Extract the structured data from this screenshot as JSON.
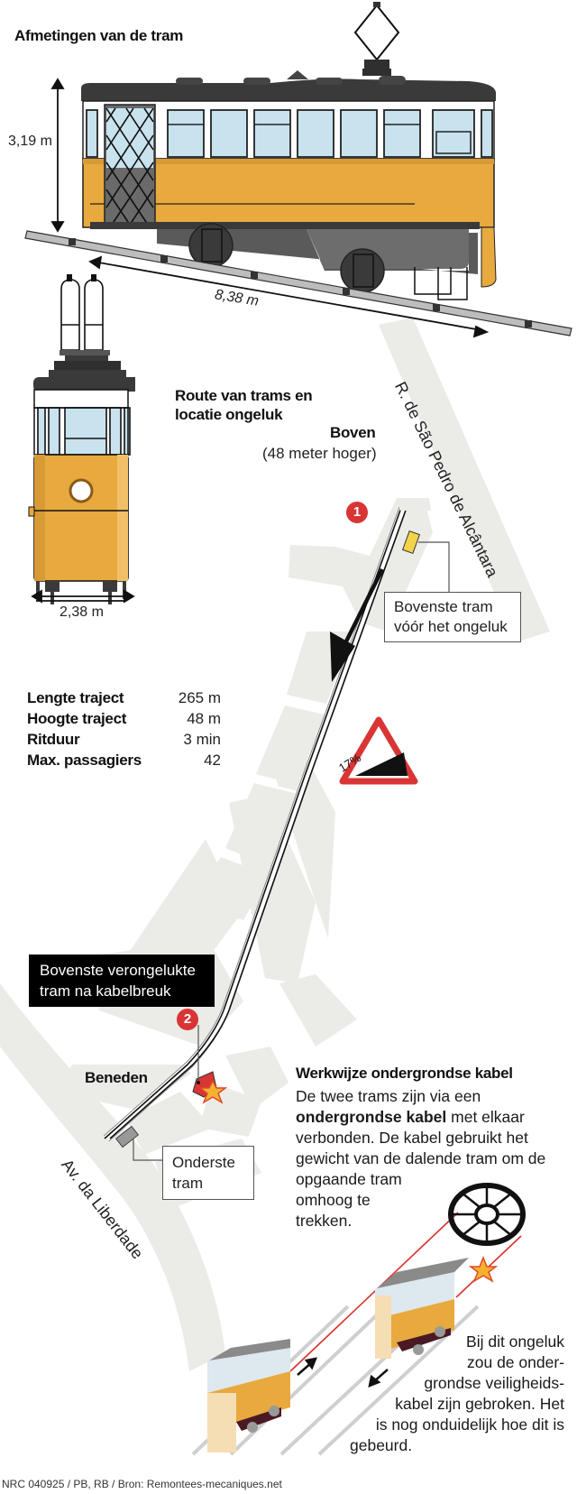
{
  "dimensions": {
    "title": "Afmetingen van de tram",
    "height_label": "3,19 m",
    "length_label": "8,38 m",
    "width_label": "2,38 m"
  },
  "stats": {
    "rows": [
      {
        "label": "Lengte traject",
        "value": "265 m"
      },
      {
        "label": "Hoogte traject",
        "value": "48 m"
      },
      {
        "label": "Ritduur",
        "value": "3 min"
      },
      {
        "label": "Max. passagiers",
        "value": "42"
      }
    ]
  },
  "map": {
    "title_line1": "Route van trams en",
    "title_line2": "locatie ongeluk",
    "top_label": "Boven",
    "top_sublabel": "(48 meter hoger)",
    "bottom_label": "Beneden",
    "street_top": "R. de São Pedro de Alcântara",
    "street_bottom": "Av. da Liberdade",
    "slope_sign": "17%",
    "marker1": "1",
    "marker2": "2",
    "callout_top_line1": "Bovenste tram",
    "callout_top_line2": "vóór het ongeluk",
    "callout_crash_line1": "Bovenste verongelukte",
    "callout_crash_line2": "tram na kabelbreuk",
    "callout_bottom_line1": "Onderste",
    "callout_bottom_line2": "tram"
  },
  "mechanism": {
    "title": "Werkwijze ondergrondse kabel",
    "text_before_bold": "De twee trams zijn via een",
    "text_bold": "ondergrondse kabel",
    "text_after_bold": "met elkaar",
    "line3": "verbonden. De kabel gebruikt het",
    "line4": "gewicht van de dalende tram om de",
    "line5": "opgaande tram",
    "line6": "omhoog te",
    "line7": "trekken.",
    "note_lines": [
      "Bij dit ongeluk",
      "zou de onder-",
      "grondse veiligheids-",
      "kabel zijn gebroken. Het",
      "is nog onduidelijk hoe dit is",
      "gebeurd."
    ]
  },
  "colors": {
    "tram_yellow": "#e8a93e",
    "window_blue": "#c8e2ee",
    "roof_dark": "#3a3a3a",
    "map_gray": "#ebebe8",
    "accent_red": "#d93535",
    "cable_red": "#d9302c"
  },
  "footer": {
    "credit": "NRC 040925 / PB, RB / Bron: Remontees-mecaniques.net"
  }
}
